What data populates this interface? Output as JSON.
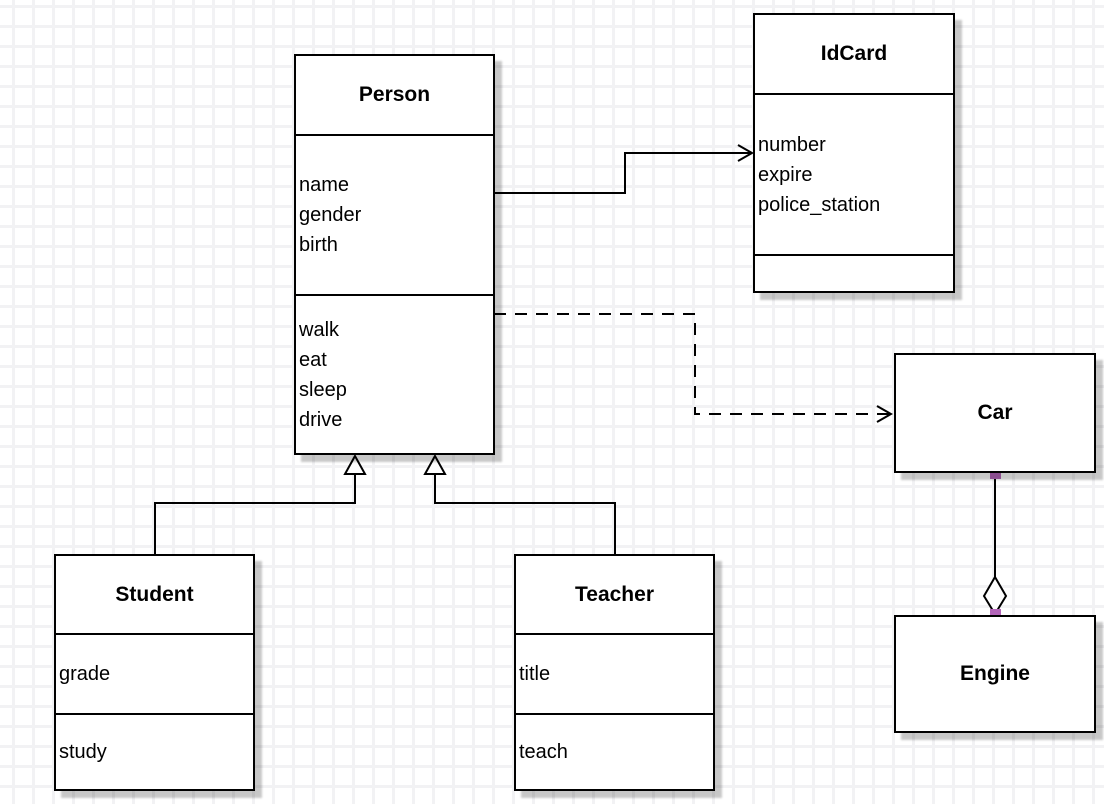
{
  "classes": {
    "person": {
      "title": "Person",
      "attributes": [
        "name",
        "gender",
        "birth"
      ],
      "methods": [
        "walk",
        "eat",
        "sleep",
        "drive"
      ]
    },
    "idcard": {
      "title": "IdCard",
      "attributes": [
        "number",
        "expire",
        "police_station"
      ],
      "methods": []
    },
    "car": {
      "title": "Car"
    },
    "engine": {
      "title": "Engine"
    },
    "student": {
      "title": "Student",
      "attributes": [
        "grade"
      ],
      "methods": [
        "study"
      ]
    },
    "teacher": {
      "title": "Teacher",
      "attributes": [
        "title"
      ],
      "methods": [
        "teach"
      ]
    }
  },
  "relationships": [
    {
      "type": "association",
      "from": "Person",
      "to": "IdCard",
      "line": "solid",
      "arrow": "open-arrow"
    },
    {
      "type": "dependency",
      "from": "Person",
      "to": "Car",
      "line": "dashed",
      "arrow": "open-arrow"
    },
    {
      "type": "generalization",
      "from": "Student",
      "to": "Person",
      "line": "solid",
      "arrow": "hollow-triangle"
    },
    {
      "type": "generalization",
      "from": "Teacher",
      "to": "Person",
      "line": "solid",
      "arrow": "hollow-triangle"
    },
    {
      "type": "aggregation",
      "from": "Car",
      "to": "Engine",
      "line": "solid",
      "arrow": "hollow-diamond"
    }
  ],
  "colors": {
    "connector": "#000000",
    "endpoint_handle": "#b264b8",
    "grid_line": "#f2f2f4",
    "shadow": "rgba(0,0,0,0.22)"
  }
}
